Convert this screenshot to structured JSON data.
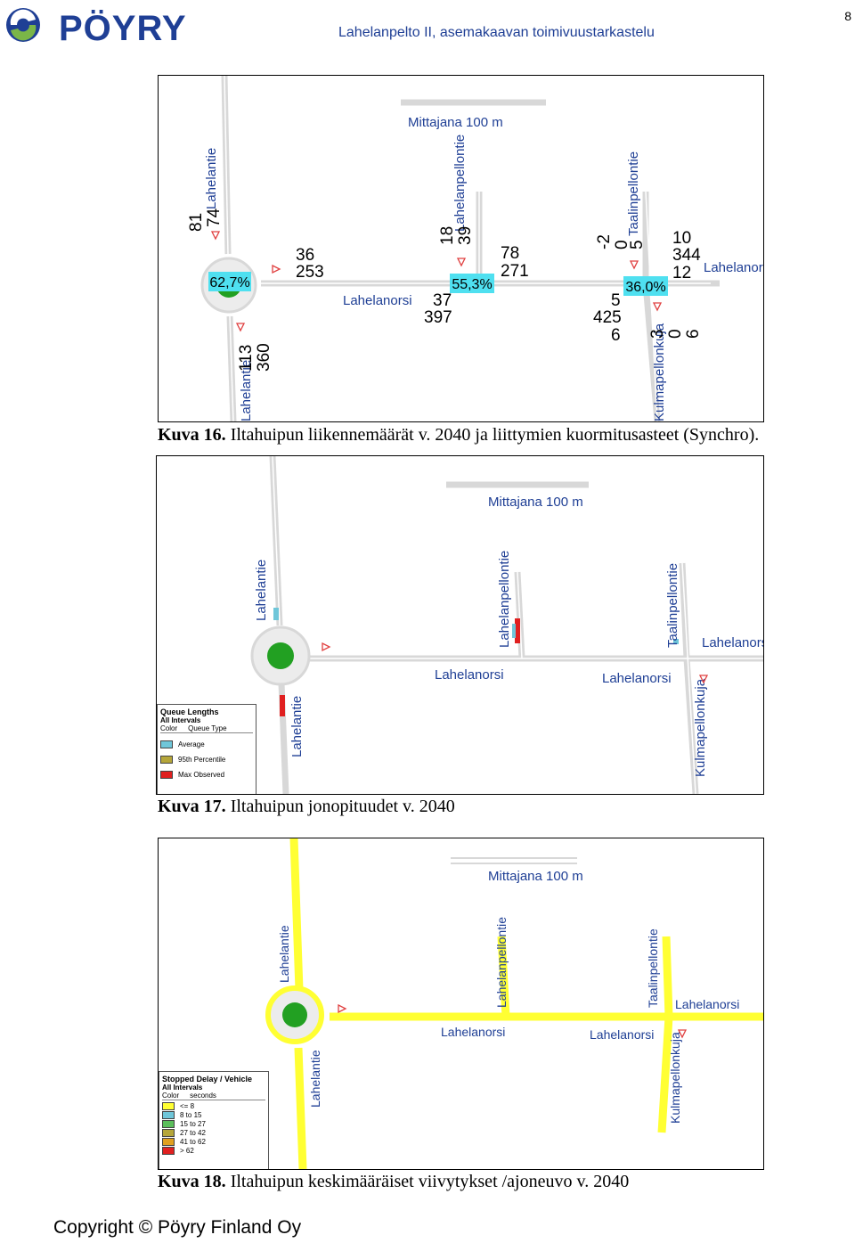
{
  "header": {
    "logo_text": "PÖYRY",
    "doc_title": "Lahelanpelto II, asemakaavan toimivuustarkastelu",
    "page_number": "8"
  },
  "figures": [
    {
      "caption_label": "Kuva 16.",
      "caption_text": " Iltahuipun liikennemäärät v. 2040 ja liittymien kuormitusasteet (Synchro).",
      "scale": "Mittajana 100 m",
      "streets": [
        "Lahelantie",
        "Lahelantie",
        "Lahelanorsi",
        "Lahelanpellontie",
        "Taalinpellontie",
        "Lahelanorsi",
        "Kulmapellonkuja"
      ],
      "loads": [
        "62,7%",
        "55,3%",
        "36,0%"
      ],
      "volumes": [
        "81",
        "74",
        "36",
        "253",
        "113",
        "360",
        "18",
        "39",
        "78",
        "271",
        "37",
        "397",
        "-2",
        "0",
        "5",
        "10",
        "344",
        "12",
        "5",
        "425",
        "6",
        "3",
        "0",
        "6"
      ]
    },
    {
      "caption_label": "Kuva 17.",
      "caption_text": " Iltahuipun jonopituudet v. 2040",
      "scale": "Mittajana 100 m",
      "streets": [
        "Lahelantie",
        "Lahelantie",
        "Lahelanorsi",
        "Lahelanpellontie",
        "Taalinpellontie",
        "Lahelanorsi",
        "Lahelanorsi",
        "Kulmapellonkuja"
      ],
      "legend": {
        "title": "Queue Lengths",
        "sub": "All Intervals",
        "col1": "Color",
        "col2": "Queue Type",
        "items": [
          {
            "label": "Average",
            "color": "#6fc6d9"
          },
          {
            "label": "95th Percentile",
            "color": "#b5a63a"
          },
          {
            "label": "Max Observed",
            "color": "#e02020"
          }
        ]
      }
    },
    {
      "caption_label": "Kuva 18.",
      "caption_text": " Iltahuipun keskimääräiset viivytykset /ajoneuvo  v. 2040",
      "scale": "Mittajana 100 m",
      "streets": [
        "Lahelantie",
        "Lahelantie",
        "Lahelanorsi",
        "Lahelanpellontie",
        "Taalinpellontie",
        "Lahelanorsi",
        "Lahelanorsi",
        "Kulmapellonkuja"
      ],
      "legend": {
        "title": "Stopped Delay / Vehicle",
        "sub": "All Intervals",
        "col1": "Color",
        "col2": "seconds",
        "items": [
          {
            "label": "<= 8",
            "color": "#ffff33"
          },
          {
            "label": "8 to 15",
            "color": "#6fc6d9"
          },
          {
            "label": "15 to 27",
            "color": "#5cbf5c"
          },
          {
            "label": "27 to 42",
            "color": "#b5a63a"
          },
          {
            "label": "41 to 62",
            "color": "#e0a020"
          },
          {
            "label": "> 62",
            "color": "#e02020"
          }
        ]
      }
    }
  ],
  "footer": {
    "copyright": "Copyright © Pöyry Finland Oy"
  }
}
